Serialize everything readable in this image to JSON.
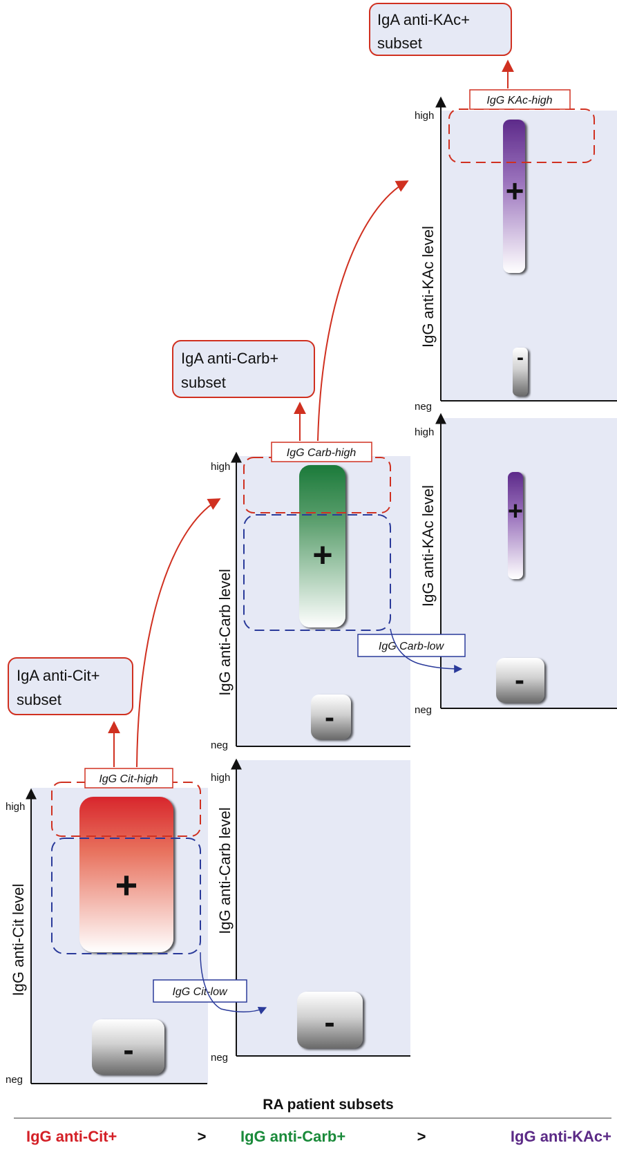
{
  "axis": {
    "high": "high",
    "neg": "neg"
  },
  "panels": {
    "cit": {
      "ylabel": "IgG anti-Cit level",
      "plus": "+",
      "minus": "-",
      "high_cut": "IgG Cit-high",
      "low_cut": "IgG Cit-low",
      "subset": [
        "IgA anti-Cit+",
        "subset"
      ]
    },
    "carb_low": {
      "ylabel": "IgG anti-Carb level",
      "minus": "-"
    },
    "carb": {
      "ylabel": "IgG anti-Carb level",
      "plus": "+",
      "minus": "-",
      "high_cut": "IgG Carb-high",
      "low_cut": "IgG Carb-low",
      "subset": [
        "IgA anti-Carb+",
        "subset"
      ]
    },
    "kac_low": {
      "ylabel": "IgG anti-KAc level",
      "plus": "+",
      "minus": "-"
    },
    "kac": {
      "ylabel": "IgG anti-KAc level",
      "plus": "+",
      "minus": "-",
      "high_cut": "IgG KAc-high",
      "subset": [
        "IgA anti-KAc+",
        "subset"
      ]
    }
  },
  "footer": {
    "title": "RA patient subsets",
    "items": [
      "IgG anti-Cit+",
      "IgG anti-Carb+",
      "IgG anti-KAc+"
    ],
    "separators": [
      ">",
      ">"
    ]
  },
  "colors": {
    "cit": "#d42027",
    "carb": "#1a8a3a",
    "kac": "#5b2a86",
    "arrow": "#d03020",
    "low_box": "#2a3a9a",
    "panel_bg": "#e6e9f5"
  }
}
